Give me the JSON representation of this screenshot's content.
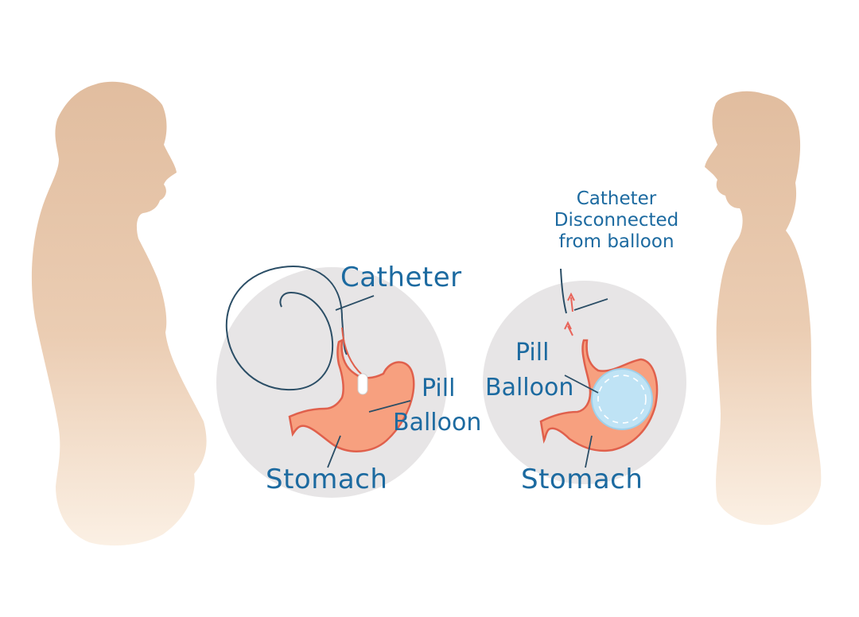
{
  "colors": {
    "label": "#1c6aa0",
    "silhouette_top": "#e1bd9f",
    "silhouette_bottom": "#fbf0e4",
    "circle": "#e7e5e6",
    "stomach": "#f7a07f",
    "stomach_outline": "#e0604c",
    "balloon": "#bfe3f5",
    "catheter": "#2b4e66",
    "arrow": "#e8645a"
  },
  "icons": {
    "left_person": "pregnant-woman-silhouette-icon",
    "right_person": "slim-person-silhouette-icon"
  },
  "left_panel": {
    "catheter": "Catheter",
    "pill_line1": "Pill",
    "pill_line2": "Balloon",
    "stomach": "Stomach"
  },
  "right_panel": {
    "catheter_line1": "Catheter",
    "catheter_line2": "Disconnected",
    "catheter_line3": "from balloon",
    "pill_line1": "Pill",
    "pill_line2": "Balloon",
    "stomach": "Stomach"
  }
}
